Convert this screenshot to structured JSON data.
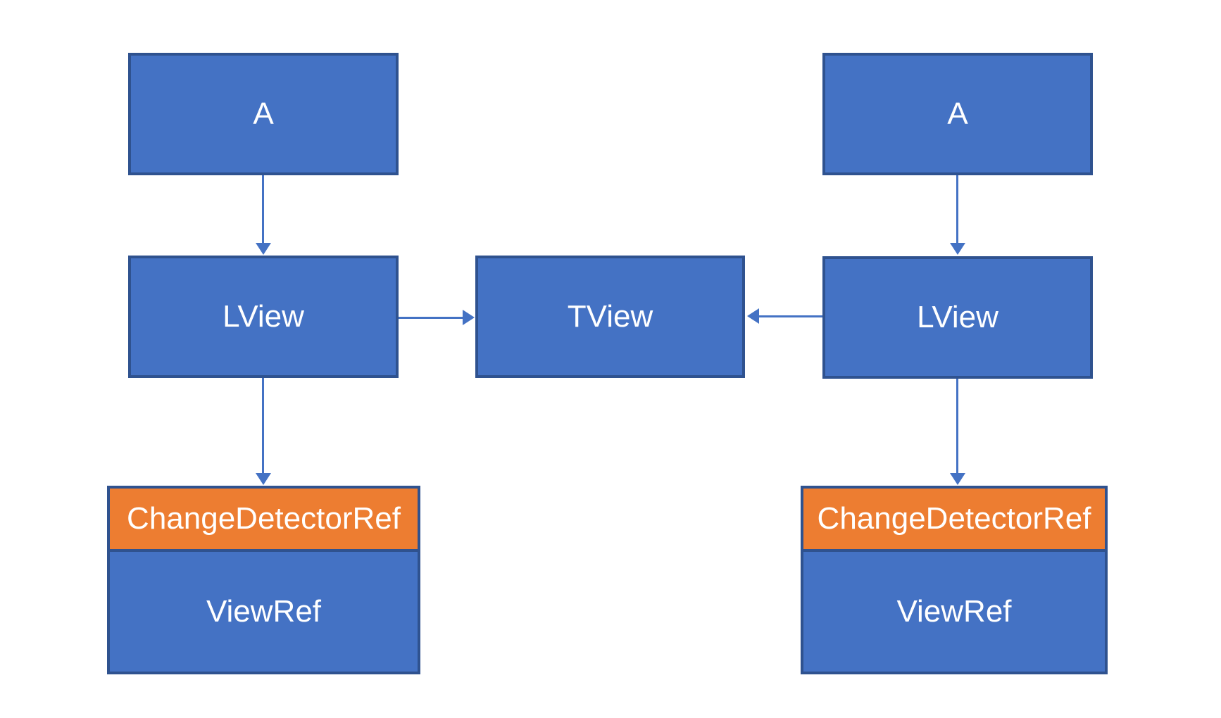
{
  "diagram": {
    "colors": {
      "node_fill": "#4472C4",
      "node_border": "#2F528F",
      "accent_fill": "#ED7D31",
      "arrow": "#4472C4",
      "text": "#FFFFFF",
      "background": "#FFFFFF"
    },
    "nodes": {
      "left_a": {
        "label": "A"
      },
      "left_lview": {
        "label": "LView"
      },
      "tview": {
        "label": "TView"
      },
      "right_a": {
        "label": "A"
      },
      "right_lview": {
        "label": "LView"
      },
      "left_changedetectorref": {
        "label": "ChangeDetectorRef"
      },
      "left_viewref": {
        "label": "ViewRef"
      },
      "right_changedetectorref": {
        "label": "ChangeDetectorRef"
      },
      "right_viewref": {
        "label": "ViewRef"
      }
    },
    "edges": [
      {
        "from": "left_a",
        "to": "left_lview",
        "direction": "down"
      },
      {
        "from": "left_lview",
        "to": "left_changedetectorref",
        "direction": "down"
      },
      {
        "from": "left_lview",
        "to": "tview",
        "direction": "right"
      },
      {
        "from": "right_lview",
        "to": "tview",
        "direction": "left"
      },
      {
        "from": "right_a",
        "to": "right_lview",
        "direction": "down"
      },
      {
        "from": "right_lview",
        "to": "right_changedetectorref",
        "direction": "down"
      }
    ]
  }
}
